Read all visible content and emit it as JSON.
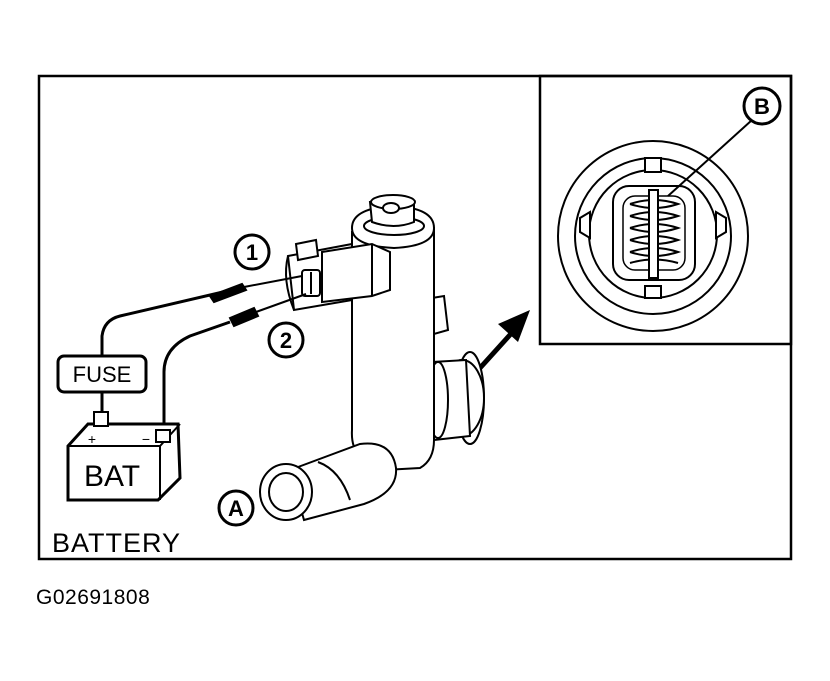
{
  "diagram": {
    "callouts": {
      "one": "1",
      "two": "2",
      "a": "A",
      "b": "B"
    },
    "fuse_label": "FUSE",
    "battery": {
      "label": "BAT",
      "positive_symbol": "+",
      "negative_symbol": "−",
      "caption": "BATTERY"
    }
  },
  "figure_id": "G02691808"
}
